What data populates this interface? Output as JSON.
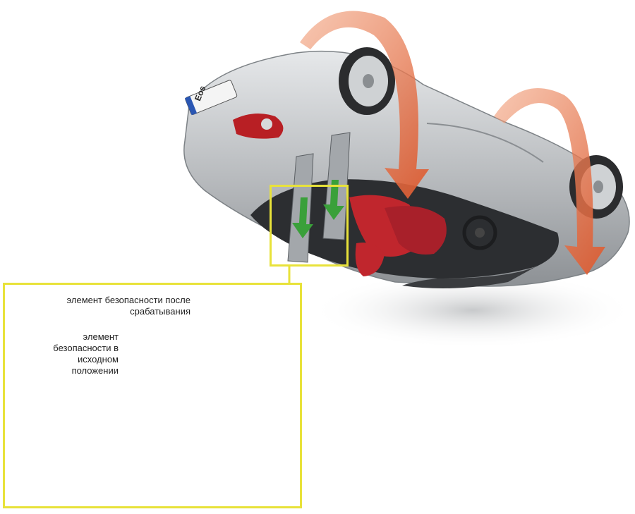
{
  "labels": {
    "after_activation": "элемент безопасности после\nсрабатывания",
    "initial_position": "элемент\nбезопасности в\nисходном\nположении"
  },
  "car": {
    "license_plate": "Eos"
  },
  "colors": {
    "highlight": "#e8e23a",
    "arrow_rotation": "#e0653d",
    "arrow_deploy": "#3aa03a",
    "safety_element": "#e7b21c",
    "car_body": "#b9bcbf",
    "interior_red": "#c0262d"
  },
  "icons": [
    "rotation-arrow-icon",
    "deploy-arrow-icon"
  ]
}
